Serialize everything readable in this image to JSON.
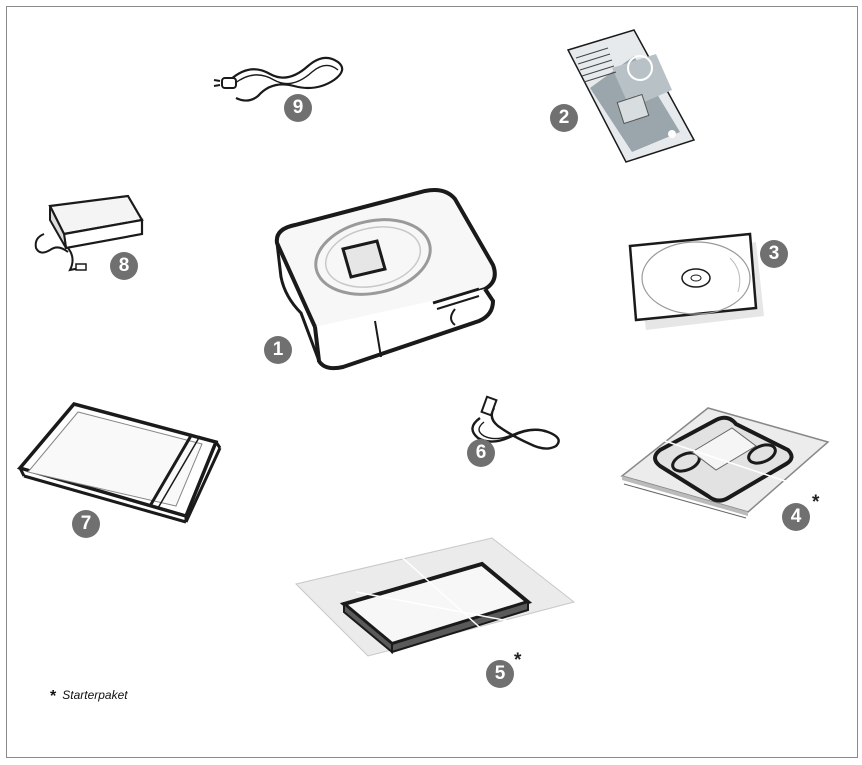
{
  "labels": {
    "item_1": "1",
    "item_2": "2",
    "item_3": "3",
    "item_4": "4",
    "item_5": "5",
    "item_6": "6",
    "item_7": "7",
    "item_8": "8",
    "item_9": "9"
  },
  "footnote": {
    "marker": "*",
    "text": "Starterpaket"
  },
  "colors": {
    "badge": "#707070",
    "line": "#1a1a1a",
    "border": "#8a8a8a"
  },
  "icons": {
    "printer": "photo-printer-icon",
    "manual": "manual-booklet-icon",
    "cd": "cd-rom-icon",
    "cartridge_pack": "print-cartridge-pack-icon",
    "paper_pack": "photo-paper-pack-icon",
    "usb_cable": "usb-cable-icon",
    "paper_tray": "paper-tray-icon",
    "power_adapter": "power-adapter-icon",
    "power_cord": "power-cord-icon"
  }
}
